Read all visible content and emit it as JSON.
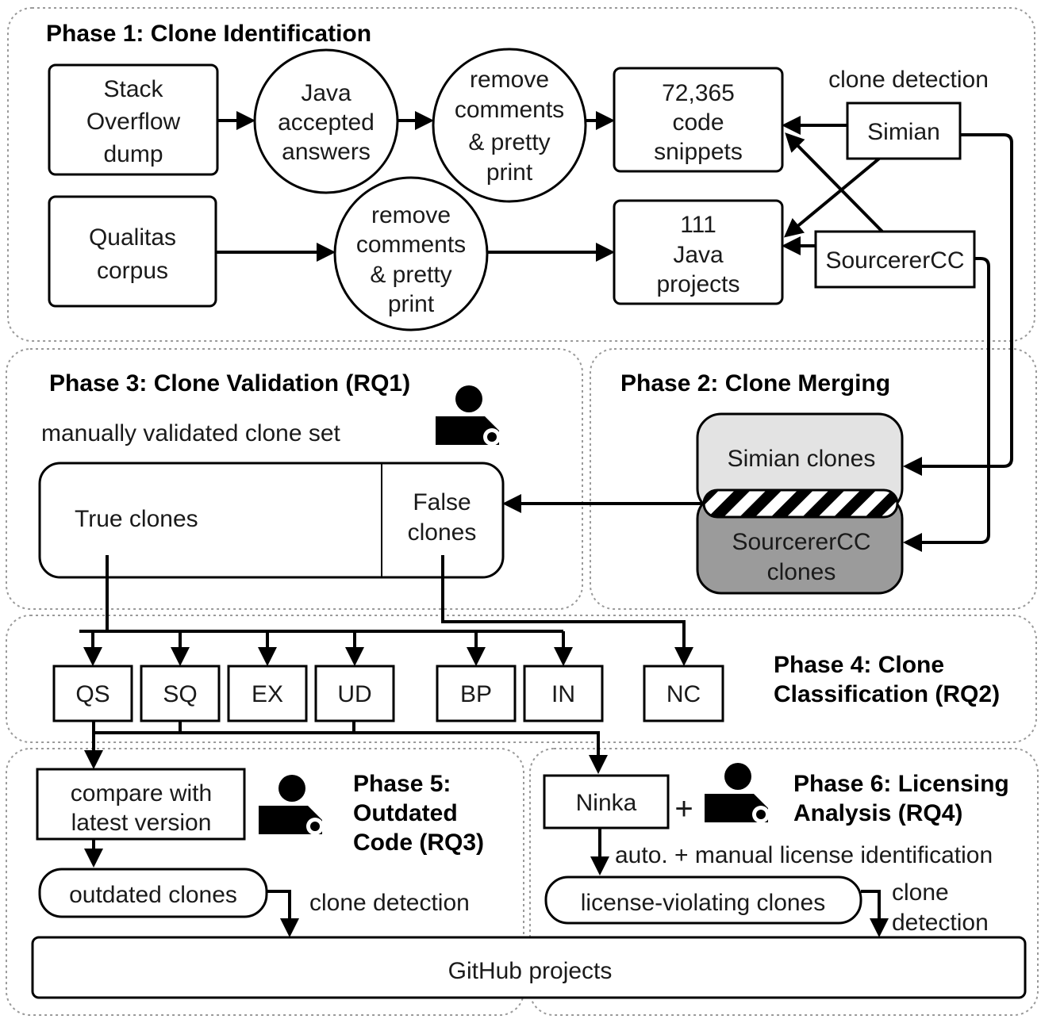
{
  "phases": {
    "p1": "Phase 1: Clone Identification",
    "p2": "Phase 2: Clone Merging",
    "p3": "Phase 3: Clone Validation (RQ1)",
    "p4": [
      "Phase 4: Clone",
      "Classification (RQ2)"
    ],
    "p5": [
      "Phase 5:",
      "Outdated",
      "Code (RQ3)"
    ],
    "p6": [
      "Phase 6: Licensing",
      "Analysis (RQ4)"
    ]
  },
  "phase1": {
    "so_dump": [
      "Stack",
      "Overflow",
      "dump"
    ],
    "java_answers": [
      "Java",
      "accepted",
      "answers"
    ],
    "remove1": [
      "remove",
      "comments",
      "& pretty",
      "print"
    ],
    "snippets": [
      "72,365",
      "code",
      "snippets"
    ],
    "clone_detection": "clone detection",
    "simian": "Simian",
    "qualitas": [
      "Qualitas",
      "corpus"
    ],
    "remove2": [
      "remove",
      "comments",
      "& pretty",
      "print"
    ],
    "projects": [
      "111",
      "Java",
      "projects"
    ],
    "sourcerer": "SourcererCC"
  },
  "phase2": {
    "simian_clones": "Simian clones",
    "sourcerer_clones": [
      "SourcererCC",
      "clones"
    ]
  },
  "phase3": {
    "caption": "manually validated clone set",
    "true_clones": "True clones",
    "false_clones": [
      "False",
      "clones"
    ]
  },
  "phase4": {
    "categories": [
      "QS",
      "SQ",
      "EX",
      "UD",
      "BP",
      "IN",
      "NC"
    ]
  },
  "phase5": {
    "compare": [
      "compare with",
      "latest version"
    ],
    "outdated": "outdated clones",
    "clone_detection": "clone detection"
  },
  "phase6": {
    "ninka": "Ninka",
    "plus": "+",
    "license_id": "auto. + manual license identification",
    "violating": "license-violating clones",
    "clone_detection": [
      "clone",
      "detection"
    ]
  },
  "github": "GitHub projects",
  "icons": {
    "person": "person-reviewer-icon"
  }
}
